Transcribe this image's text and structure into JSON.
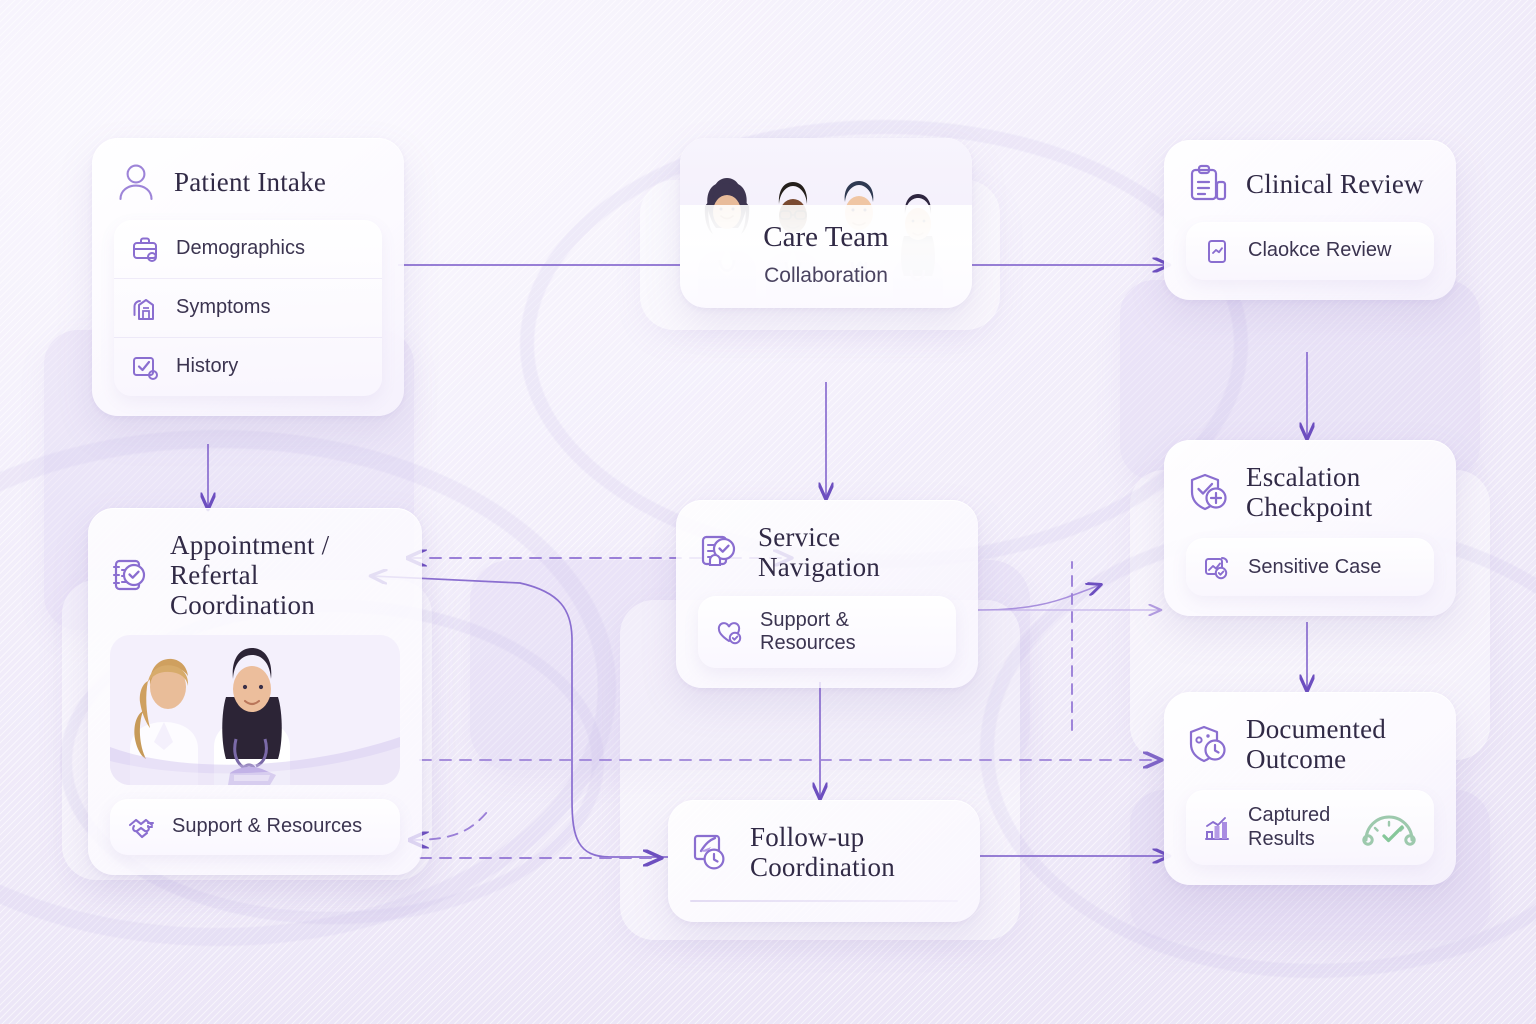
{
  "theme": {
    "accent": "#8a6ed0",
    "accent_deep": "#6d4fc0",
    "title_color": "#312a46",
    "body_color": "#3b3450",
    "background": "#f1ecfa",
    "card_bg": "#ffffff",
    "gauge_green": "#86c79a"
  },
  "nodes": {
    "patient_intake": {
      "title": "Patient Intake",
      "icon": "user-icon",
      "items": [
        {
          "label": "Demographics",
          "icon": "briefcase-icon"
        },
        {
          "label": "Symptoms",
          "icon": "hospital-icon"
        },
        {
          "label": "History",
          "icon": "checklist-icon"
        }
      ]
    },
    "care_team": {
      "title": "Care Team",
      "subtitle": "Collaboration",
      "icon": "care-team-photo",
      "members": 4
    },
    "clinical_review": {
      "title": "Clinical Review",
      "icon": "clipboard-icon",
      "items": [
        {
          "label": "Claokce Review",
          "icon": "chart-document-icon"
        }
      ]
    },
    "appointment_referral": {
      "title": "Appointment / Refertal Coordination",
      "icon": "calendar-check-icon",
      "photo": "two-clinicians-photo",
      "items": [
        {
          "label": "Support & Resources",
          "icon": "handshake-icon"
        }
      ]
    },
    "service_navigation": {
      "title": "Service Navigation",
      "icon": "document-check-icon",
      "items": [
        {
          "label": "Support & Resources",
          "icon": "heart-check-icon"
        }
      ]
    },
    "escalation_checkpoint": {
      "title": "Escalation Checkpoint",
      "icon": "shield-plus-icon",
      "items": [
        {
          "label": "Sensitive Case",
          "icon": "case-check-icon"
        }
      ]
    },
    "follow_up": {
      "title": "Follow-up Coordination",
      "icon": "clock-frame-icon"
    },
    "documented_outcome": {
      "title": "Documented Outcome",
      "icon": "shield-clock-icon",
      "items": [
        {
          "label": "Captured Results",
          "icon": "bar-chart-icon",
          "trailing_icon": "gauge-icon"
        }
      ]
    }
  },
  "connections": [
    {
      "from": "patient_intake",
      "to": "care_team",
      "style": "solid",
      "direction": "forward"
    },
    {
      "from": "care_team",
      "to": "clinical_review",
      "style": "solid",
      "direction": "forward"
    },
    {
      "from": "patient_intake",
      "to": "appointment_referral",
      "style": "solid",
      "direction": "forward"
    },
    {
      "from": "clinical_review",
      "to": "escalation_checkpoint",
      "style": "solid",
      "direction": "forward"
    },
    {
      "from": "care_team",
      "to": "service_navigation",
      "style": "solid",
      "direction": "forward"
    },
    {
      "from": "escalation_checkpoint",
      "to": "documented_outcome",
      "style": "solid",
      "direction": "forward"
    },
    {
      "from": "appointment_referral",
      "to": "service_navigation",
      "style": "dashed",
      "direction": "bidirectional"
    },
    {
      "from": "service_navigation",
      "to": "follow_up",
      "style": "solid",
      "direction": "forward"
    },
    {
      "from": "service_navigation",
      "to": "escalation_checkpoint",
      "style": "solid",
      "direction": "forward"
    },
    {
      "from": "follow_up",
      "to": "appointment_referral",
      "style": "solid",
      "direction": "forward"
    },
    {
      "from": "appointment_referral",
      "to": "follow_up",
      "style": "dashed",
      "direction": "forward"
    },
    {
      "from": "appointment_referral",
      "to": "documented_outcome",
      "style": "dashed",
      "direction": "forward"
    },
    {
      "from": "follow_up",
      "to": "documented_outcome",
      "style": "solid",
      "direction": "forward"
    }
  ]
}
